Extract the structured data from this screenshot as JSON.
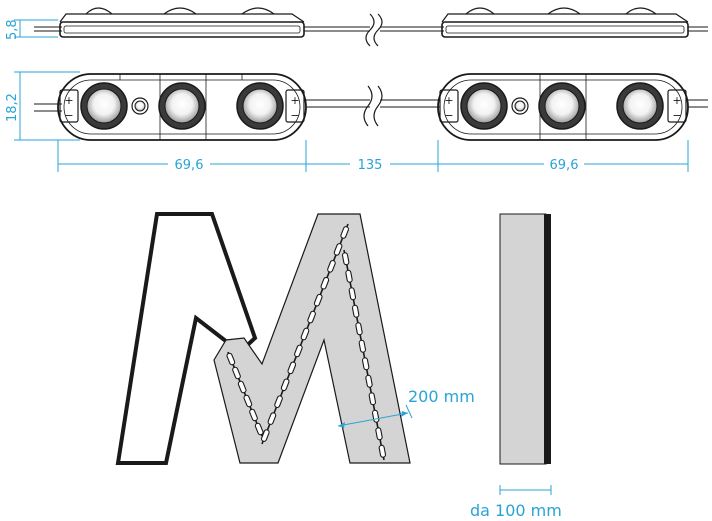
{
  "dimensions": {
    "module_height": "5,8",
    "module_width": "18,2",
    "module_length_left": "69,6",
    "module_spacing": "135",
    "module_length_right": "69,6",
    "letter_depth_spacing": "200 mm",
    "letter_depth": "da 100 mm"
  },
  "terminals": {
    "plus": "+",
    "minus": "−"
  },
  "colors": {
    "dimension": "#29a3d6",
    "outline": "#1a1a1a",
    "letter_fill": "#d4d4d4",
    "module_fill": "#ffffff"
  }
}
